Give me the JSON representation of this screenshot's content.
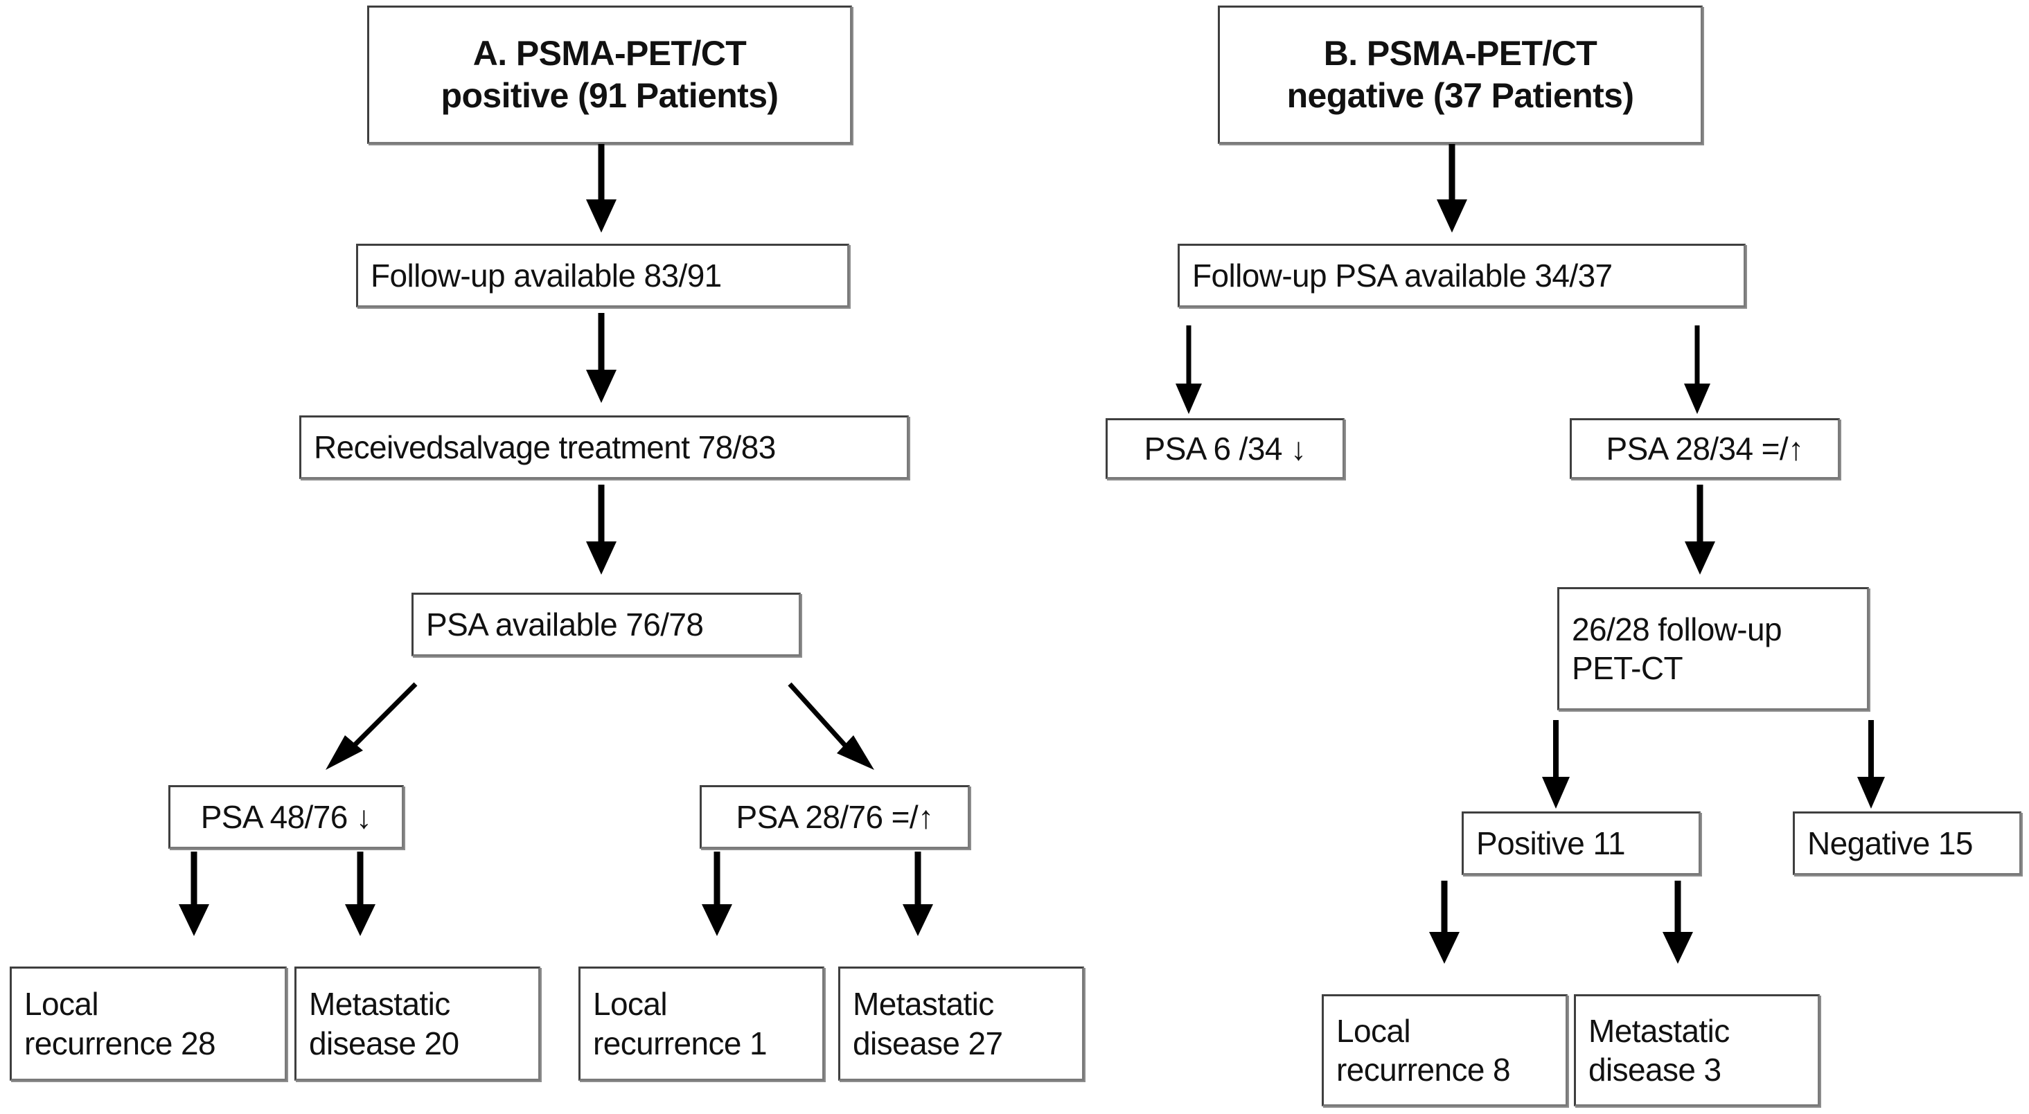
{
  "diagram": {
    "title": "PSMA-PET/CT follow-up flowchart",
    "type": "flowchart",
    "stroke_color": "#3f3f3f",
    "arrow_color": "#000000",
    "background": "#ffffff"
  },
  "panels": [
    {
      "id": "A",
      "label": "A. PSMA-PET/CT positive",
      "root": "A. PSMA-PET/CT\npositive (91 Patients)"
    },
    {
      "id": "B",
      "label": "B. PSMA-PET/CT negative",
      "root": "B. PSMA-PET/CT\nnegative (37 Patients)"
    }
  ],
  "nodes": {
    "a_root": "A. PSMA-PET/CT\npositive (91 Patients)",
    "a_followup": "Follow-up available 83/91",
    "a_salvage": "Receivedsalvage treatment 78/83",
    "a_psa_available": "PSA available 76/78",
    "a_psa_down": "PSA 48/76  ↓",
    "a_psa_equal_up": "PSA 28/76 =/↑",
    "a_local_28": "Local\nrecurrence 28",
    "a_mets_20": "Metastatic\ndisease 20",
    "a_local_1": "Local\nrecurrence 1",
    "a_mets_27": "Metastatic\ndisease 27",
    "b_root": "B. PSMA-PET/CT\nnegative (37 Patients)",
    "b_followup": "Follow-up PSA available 34/37",
    "b_psa_down": "PSA 6 /34  ↓",
    "b_psa_equal_up": "PSA 28/34 =/↑",
    "b_followup_petct": "26/28  follow-up\nPET-CT",
    "b_positive": "Positive 11",
    "b_negative": "Negative 15",
    "b_local_8": "Local\nrecurrence 8",
    "b_mets_3": "Metastatic\ndisease 3"
  },
  "edges": [
    {
      "from": "a_root",
      "to": "a_followup",
      "style": "thick-vertical"
    },
    {
      "from": "a_followup",
      "to": "a_salvage",
      "style": "thick-vertical"
    },
    {
      "from": "a_salvage",
      "to": "a_psa_available",
      "style": "thick-vertical"
    },
    {
      "from": "a_psa_available",
      "to": "a_psa_down",
      "style": "thin-diagonal-left"
    },
    {
      "from": "a_psa_available",
      "to": "a_psa_equal_up",
      "style": "thin-diagonal-right"
    },
    {
      "from": "a_psa_down",
      "to": "a_local_28",
      "style": "thick-vertical"
    },
    {
      "from": "a_psa_down",
      "to": "a_mets_20",
      "style": "thick-vertical"
    },
    {
      "from": "a_psa_equal_up",
      "to": "a_local_1",
      "style": "thick-vertical"
    },
    {
      "from": "a_psa_equal_up",
      "to": "a_mets_27",
      "style": "thick-vertical"
    },
    {
      "from": "b_root",
      "to": "b_followup",
      "style": "thick-vertical"
    },
    {
      "from": "b_followup",
      "to": "b_psa_down",
      "style": "thin-vertical"
    },
    {
      "from": "b_followup",
      "to": "b_psa_equal_up",
      "style": "thin-vertical"
    },
    {
      "from": "b_psa_equal_up",
      "to": "b_followup_petct",
      "style": "thick-vertical"
    },
    {
      "from": "b_followup_petct",
      "to": "b_positive",
      "style": "thin-vertical"
    },
    {
      "from": "b_followup_petct",
      "to": "b_negative",
      "style": "thin-vertical"
    },
    {
      "from": "b_positive",
      "to": "b_local_8",
      "style": "thick-vertical"
    },
    {
      "from": "b_positive",
      "to": "b_mets_3",
      "style": "thick-vertical"
    }
  ],
  "counts": {
    "psma_positive_patients": 91,
    "psma_negative_patients": 37,
    "a_followup_available": "83/91",
    "a_received_salvage": "78/83",
    "a_psa_available": "76/78",
    "a_psa_decreased": "48/76",
    "a_psa_stable_or_increased": "28/76",
    "a_local_recurrence": 28,
    "a_metastatic_disease": 20,
    "a_local_recurrence_2": 1,
    "a_metastatic_disease_2": 27,
    "b_followup_psa_available": "34/37",
    "b_psa_decreased": "6 /34",
    "b_psa_stable_or_increased": "28/34",
    "b_followup_petct": "26/28",
    "b_positive": 11,
    "b_negative": 15,
    "b_local_recurrence": 8,
    "b_metastatic_disease": 3
  }
}
